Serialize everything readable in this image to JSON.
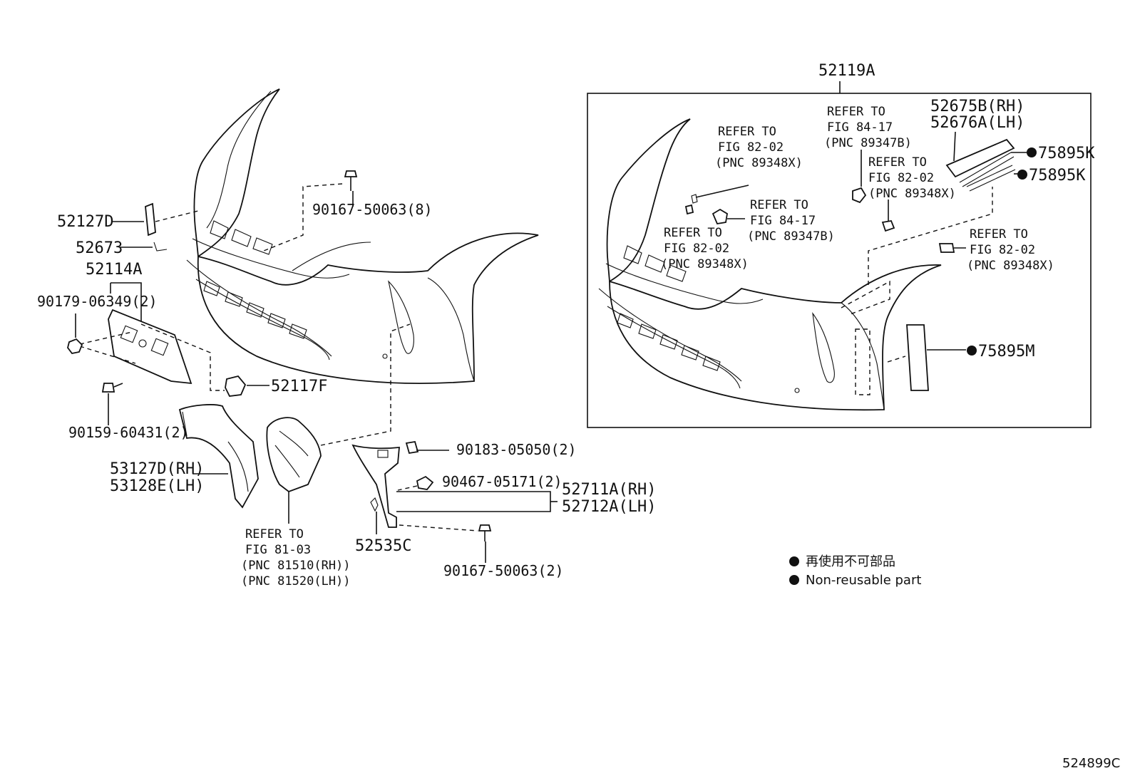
{
  "left": {
    "p52127D": "52127D",
    "p52673": "52673",
    "p52114A": "52114A",
    "p90179": "90179-06349(2)",
    "p90167_8": "90167-50063(8)",
    "p52117F": "52117F",
    "p90159": "90159-60431(2)",
    "p53127D": "53127D(RH)",
    "p53128E": "53128E(LH)",
    "p90183": "90183-05050(2)",
    "p90467": "90467-05171(2)",
    "p52711A": "52711A(RH)",
    "p52712A": "52712A(LH)",
    "p52535C": "52535C",
    "p90167_2": "90167-50063(2)",
    "ref_fog": [
      "REFER TO",
      "FIG 81-03",
      "(PNC 81510(RH))",
      "(PNC 81520(LH))"
    ]
  },
  "inset": {
    "title": "52119A",
    "ref1": [
      "REFER TO",
      "FIG 82-02",
      "(PNC 89348X)"
    ],
    "ref2": [
      "REFER TO",
      "FIG 84-17",
      "(PNC 89347B)"
    ],
    "ref3": [
      "REFER TO",
      "FIG 82-02",
      "(PNC 89348X)"
    ],
    "ref4": [
      "REFER TO",
      "FIG 84-17",
      "(PNC 89347B)"
    ],
    "ref5": [
      "REFER TO",
      "FIG 82-02",
      "(PNC 89348X)"
    ],
    "ref6": [
      "REFER TO",
      "FIG 82-02",
      "(PNC 89348X)"
    ],
    "p52675B": "52675B(RH)",
    "p52676A": "52676A(LH)",
    "p75895K_1": "75895K",
    "p75895K_2": "75895K",
    "p75895M": "75895M"
  },
  "legend": {
    "japanese": "再使用不可部品",
    "english": "Non-reusable part"
  },
  "diagram_code": "524899C"
}
